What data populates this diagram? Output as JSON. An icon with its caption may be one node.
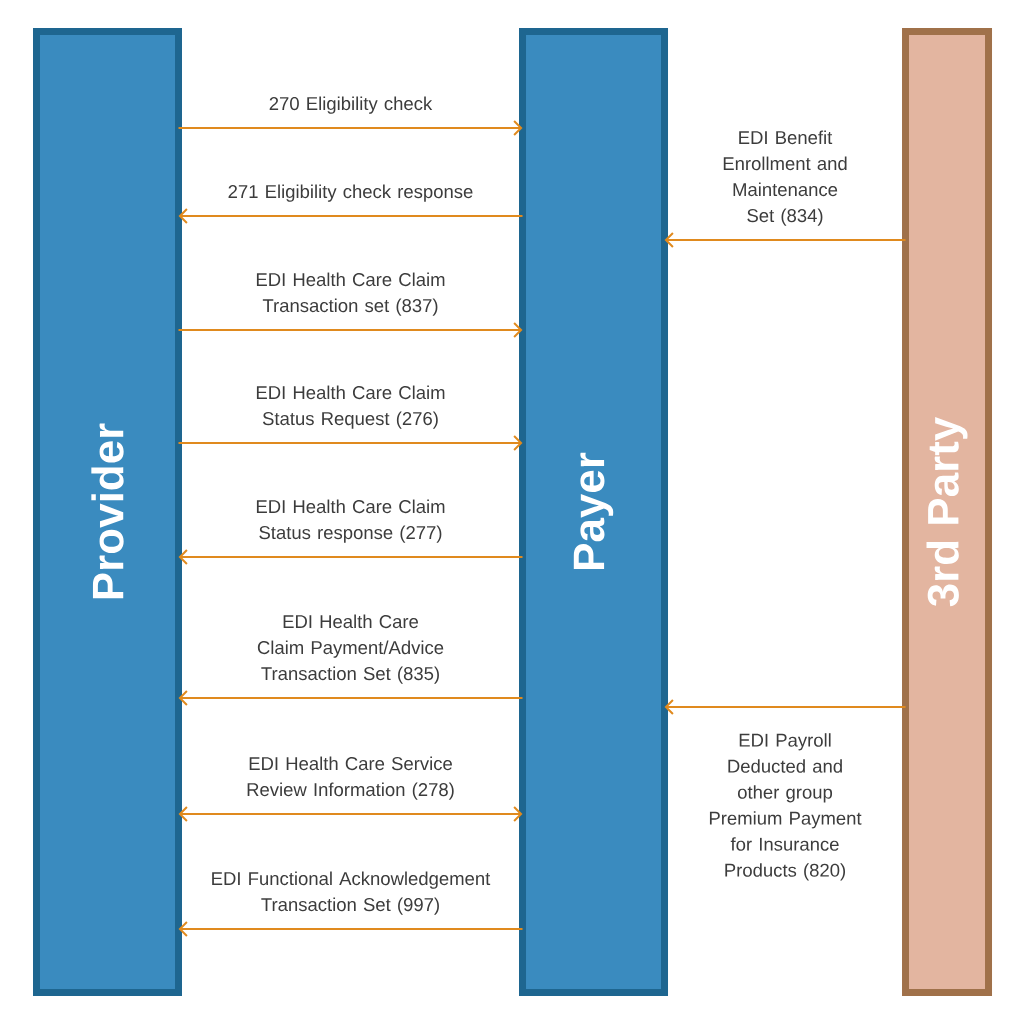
{
  "diagram": {
    "nodes": [
      {
        "text": [
          "Provider"
        ]
      },
      {
        "text": [
          "Payer"
        ]
      },
      {
        "text": [
          "3rd Party"
        ]
      }
    ],
    "edges": [
      {
        "from": 0,
        "to": 1,
        "arrow": "to",
        "label": "270 Eligibility check"
      },
      {
        "from": 1,
        "to": 0,
        "arrow": "to",
        "label": "271 Eligibility check response"
      },
      {
        "from": 0,
        "to": 1,
        "arrow": "to",
        "label": "EDI Health Care Claim Transaction set (837)"
      },
      {
        "from": 0,
        "to": 1,
        "arrow": "to",
        "label": "EDI Health Care Claim Status Request (276)"
      },
      {
        "from": 1,
        "to": 0,
        "arrow": "to",
        "label": "EDI Health Care Claim Status response (277)"
      },
      {
        "from": 1,
        "to": 0,
        "arrow": "to",
        "label": "EDI Health Care Claim Payment/Advice Transaction Set (835)"
      },
      {
        "from": 0,
        "to": 1,
        "arrow": "both",
        "label": "EDI Health Care Service Review Information (278)"
      },
      {
        "from": 1,
        "to": 0,
        "arrow": "to",
        "label": "EDI Functional Acknowledgement Transaction Set (997)"
      },
      {
        "from": 2,
        "to": 1,
        "arrow": "to",
        "label": "EDI Benefit Enrollment and Maintenance Set (834)"
      },
      {
        "from": 2,
        "to": 1,
        "arrow": "to",
        "label": "EDI Payroll Deducted and other group Premium Payment for Insurance Products (820)"
      }
    ]
  }
}
